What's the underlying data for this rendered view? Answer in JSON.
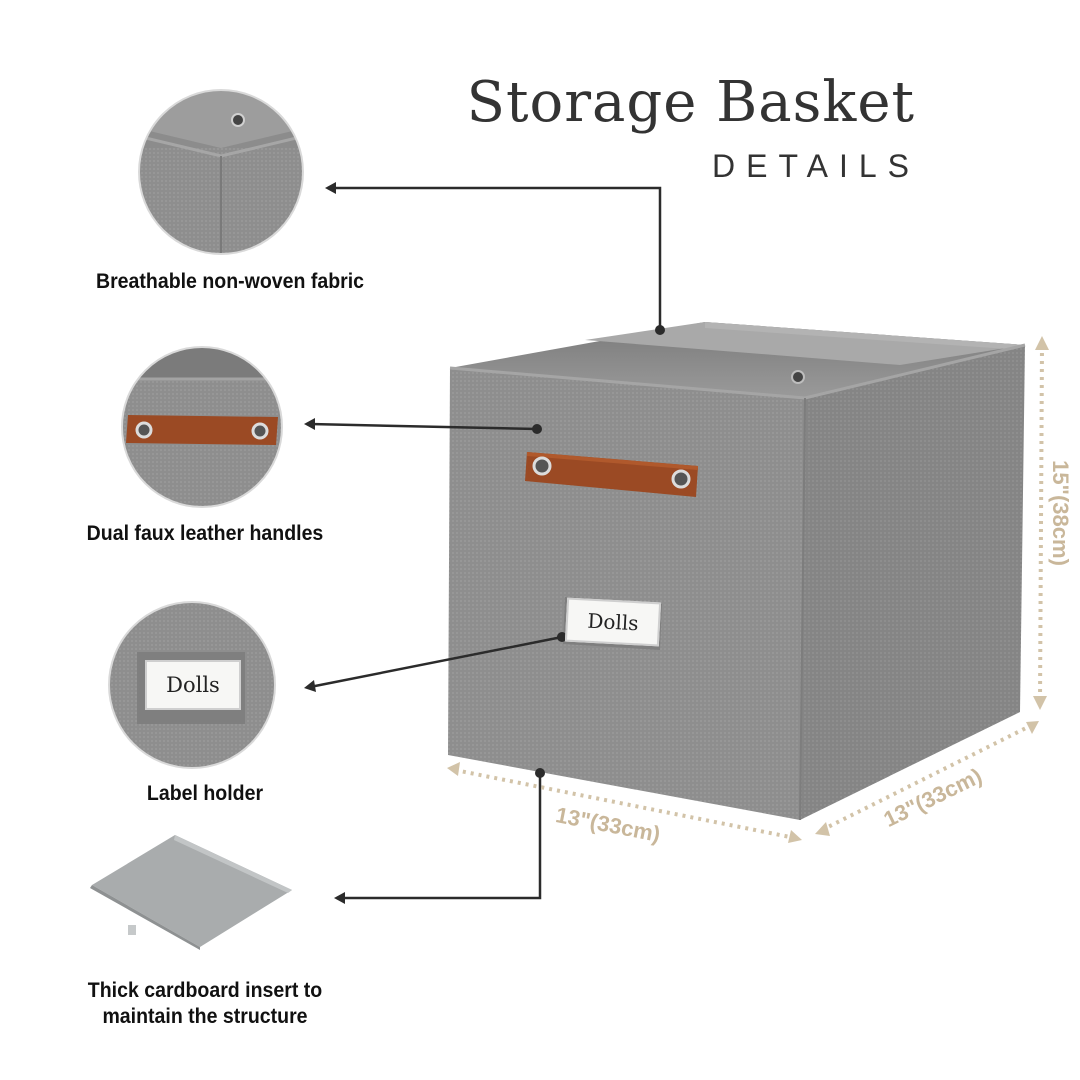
{
  "header": {
    "title": "Storage Basket",
    "subtitle": "DETAILS"
  },
  "features": [
    {
      "icon": "fabric-closeup-icon",
      "caption": "Breathable non-woven fabric"
    },
    {
      "icon": "leather-handle-closeup-icon",
      "caption": "Dual faux leather handles"
    },
    {
      "icon": "label-holder-closeup-icon",
      "caption": "Label holder"
    },
    {
      "icon": "cardboard-insert-icon",
      "caption_line1": "Thick cardboard insert to",
      "caption_line2": "maintain the structure"
    }
  ],
  "label_text": "Dolls",
  "dimensions": {
    "height": "15\"(38cm)",
    "width": "13\"(33cm)",
    "depth": "13\"(33cm)"
  },
  "colors": {
    "fabric": "#8f8f8f",
    "leather": "#9e4a22",
    "dimension_line": "#d2c3a8",
    "text": "#111111"
  }
}
